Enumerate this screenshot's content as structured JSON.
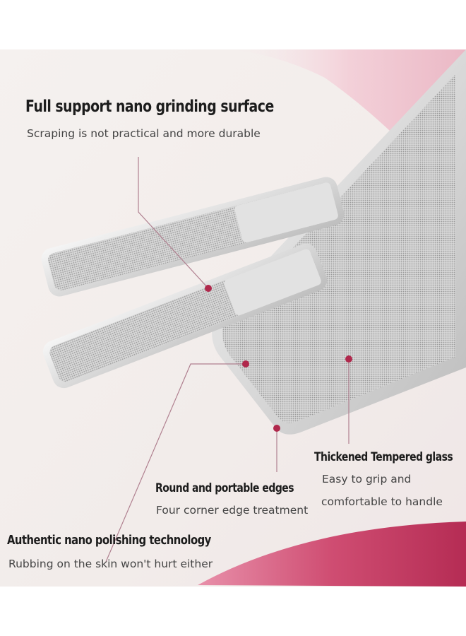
{
  "labels": {
    "grinding_title": "Full support nano grinding surface",
    "grinding_sub": "Scraping is not practical and more durable",
    "thick_title": "Thickened Tempered glass",
    "thick_sub1": "Easy to grip and",
    "thick_sub2": "comfortable to handle",
    "round_title": "Round and portable edges",
    "round_sub": "Four corner edge treatment",
    "polish_title": "Authentic nano polishing technology",
    "polish_sub": "Rubbing on the skin won't hurt either"
  },
  "colors": {
    "accent_dot": "#b0284c",
    "wave": "#c23a5f",
    "leader_line": "#b08090"
  }
}
